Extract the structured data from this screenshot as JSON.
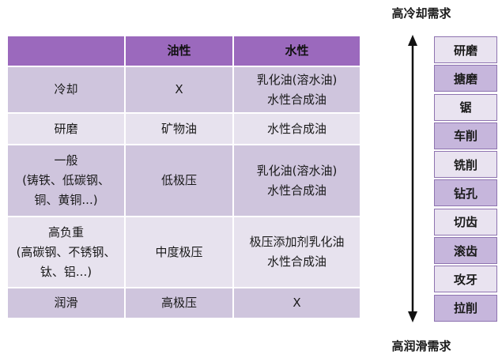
{
  "table": {
    "headers": [
      "",
      "油性",
      "水性"
    ],
    "rows": [
      {
        "condition": [
          "冷却"
        ],
        "oil": [
          "X"
        ],
        "water": [
          "乳化油(溶水油)",
          "水性合成油"
        ],
        "shade": "dark"
      },
      {
        "condition": [
          "研磨"
        ],
        "oil": [
          "矿物油"
        ],
        "water": [
          "水性合成油"
        ],
        "shade": "light"
      },
      {
        "condition": [
          "一般",
          "(铸铁、低碳钢、",
          "铜、黄铜...)"
        ],
        "oil": [
          "低极压"
        ],
        "water": [
          "乳化油(溶水油)",
          "水性合成油"
        ],
        "shade": "dark"
      },
      {
        "condition": [
          "高负重",
          "(高碳钢、不锈钢、",
          "钛、铝...)"
        ],
        "oil": [
          "中度极压"
        ],
        "water": [
          "极压添加剂乳化油",
          "水性合成油"
        ],
        "shade": "light"
      },
      {
        "condition": [
          "润滑"
        ],
        "oil": [
          "高极压"
        ],
        "water": [
          "X"
        ],
        "shade": "dark"
      }
    ]
  },
  "side": {
    "top_label": "高冷却需求",
    "bottom_label": "高润滑需求",
    "operations": [
      "研磨",
      "搪磨",
      "锯",
      "车削",
      "铣削",
      "钻孔",
      "切齿",
      "滚齿",
      "攻牙",
      "拉削"
    ]
  },
  "colors": {
    "header": "#9b69bd",
    "row_dark": "#cfc5dd",
    "row_light": "#e7e2ee",
    "op_light": "#e9e3f0",
    "op_dark": "#c6b6dc"
  }
}
